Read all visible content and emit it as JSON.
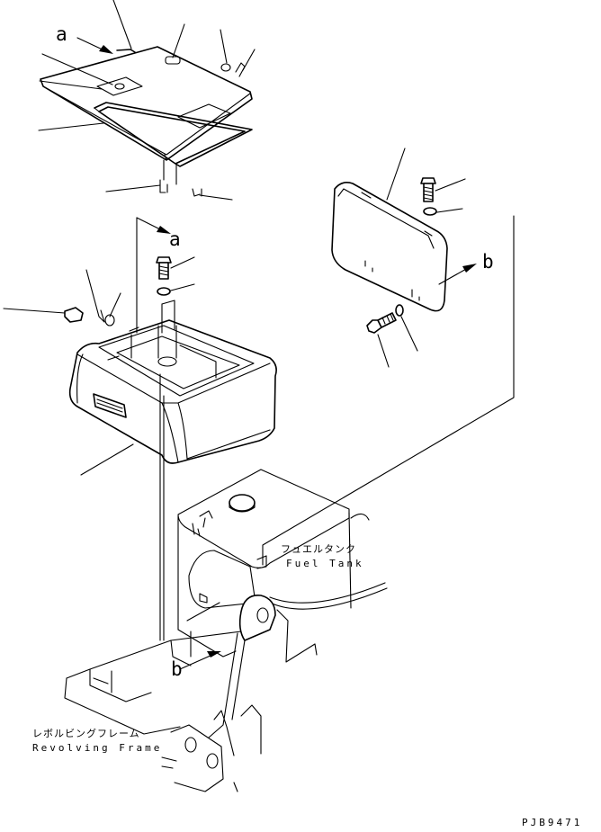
{
  "labels": {
    "ref_a": "a",
    "ref_b": "b",
    "fuel_tank_jp": "フュエルタンク",
    "fuel_tank_en": "Fuel Tank",
    "revolving_frame_jp": "レボルビングフレーム",
    "revolving_frame_en": "Revolving Frame",
    "drawing_code": "PJB9471"
  }
}
